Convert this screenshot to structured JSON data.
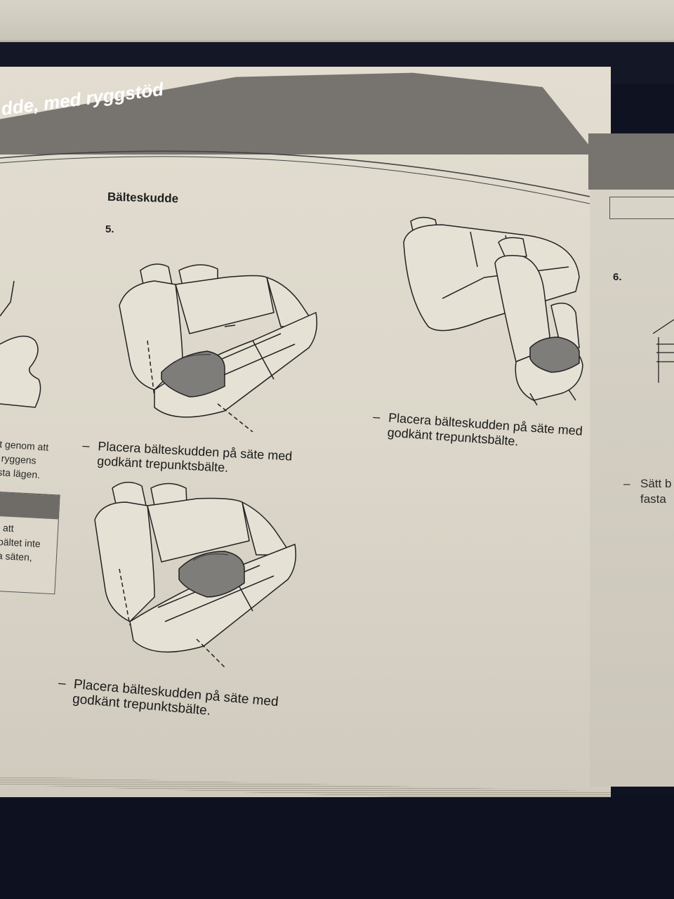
{
  "header": {
    "title": "dde, med ryggstöd"
  },
  "section": {
    "title": "Bälteskudde"
  },
  "steps": {
    "five": "5.",
    "six": "6."
  },
  "captions": {
    "rear_outer_dash": "–",
    "rear_outer_line1": "Placera bälteskudden på säte med",
    "rear_outer_line2": "godkänt trepunktsbälte.",
    "rear_center_dash": "–",
    "rear_center_line1": "Placera bälteskudden på säte med",
    "rear_center_line2": "godkänt trepunktsbälte.",
    "front_dash": "–",
    "front_line1": "Placera bälteskudden på säte med",
    "front_line2": "godkänt trepunktsbälte."
  },
  "left_fragments": {
    "line1": "t genom att",
    "line2": "ryggens",
    "line3": "sta lägen."
  },
  "left_warning": {
    "line1": "att",
    "line2": "bältet inte",
    "line3": "a säten,"
  },
  "right_fragments": {
    "dash": "–",
    "line1": "Sätt b",
    "line2": "fasta"
  },
  "colors": {
    "paper": "#dcd7ca",
    "header_band": "#77746f",
    "cushion": "#7f7d79",
    "ink": "#1a1a1a"
  }
}
